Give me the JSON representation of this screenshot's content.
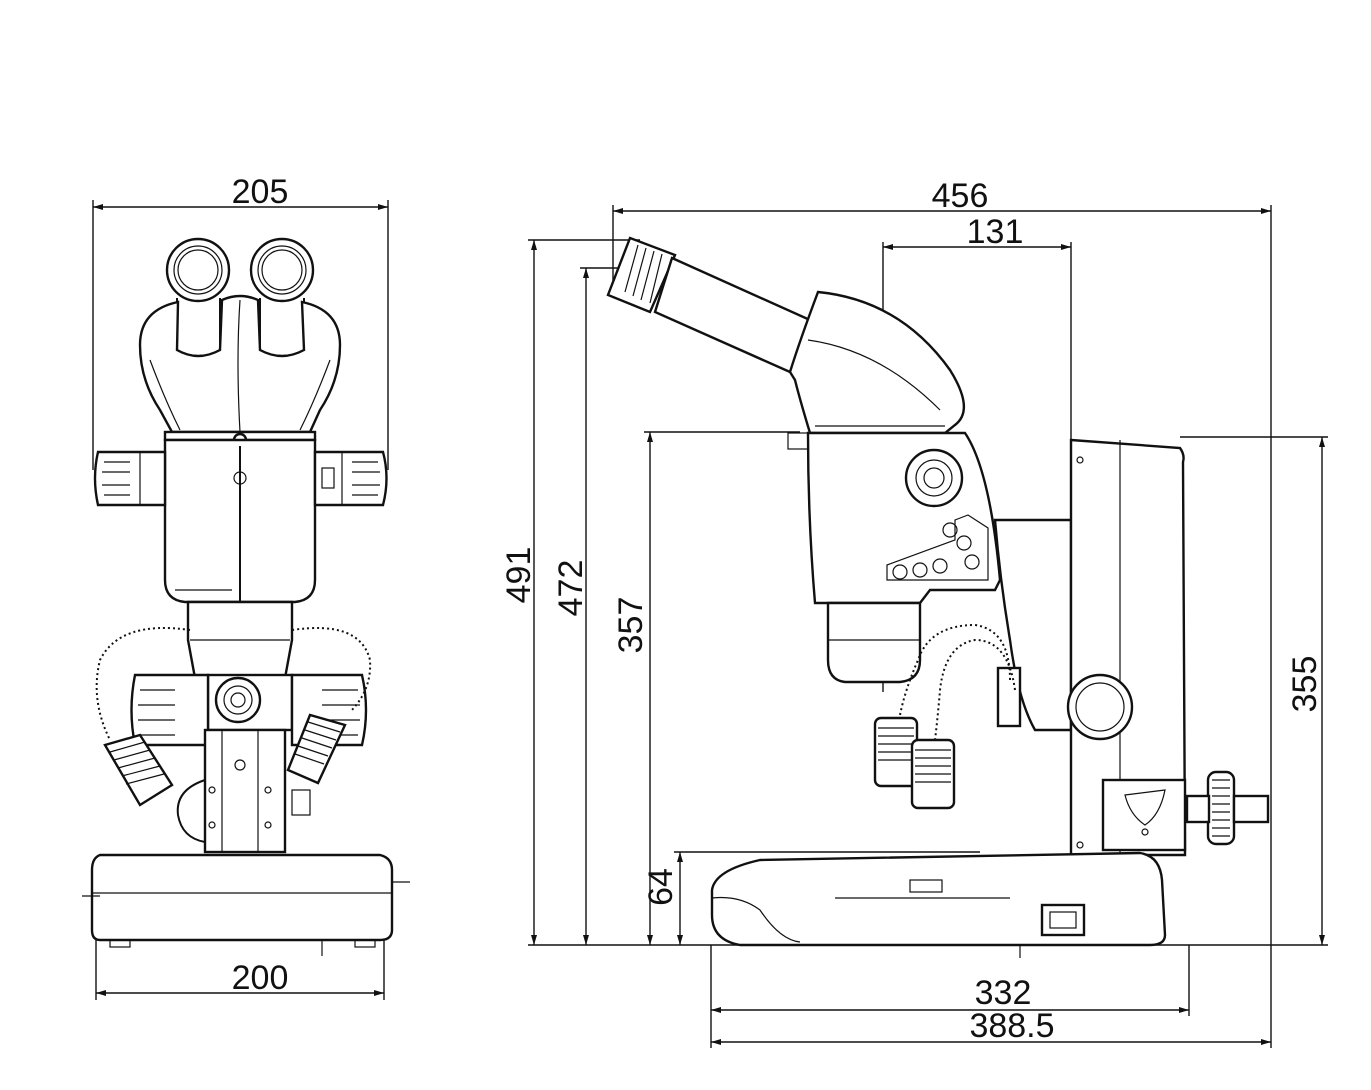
{
  "diagram": {
    "front_view": {
      "width_top": "205",
      "width_bottom": "200"
    },
    "side_view": {
      "total_depth": "456",
      "head_offset": "131",
      "base_depth": "332",
      "total_base_depth": "388.5",
      "height_total": "491",
      "height_eyepiece": "472",
      "height_body": "357",
      "height_base": "64",
      "height_pillar": "355"
    }
  }
}
